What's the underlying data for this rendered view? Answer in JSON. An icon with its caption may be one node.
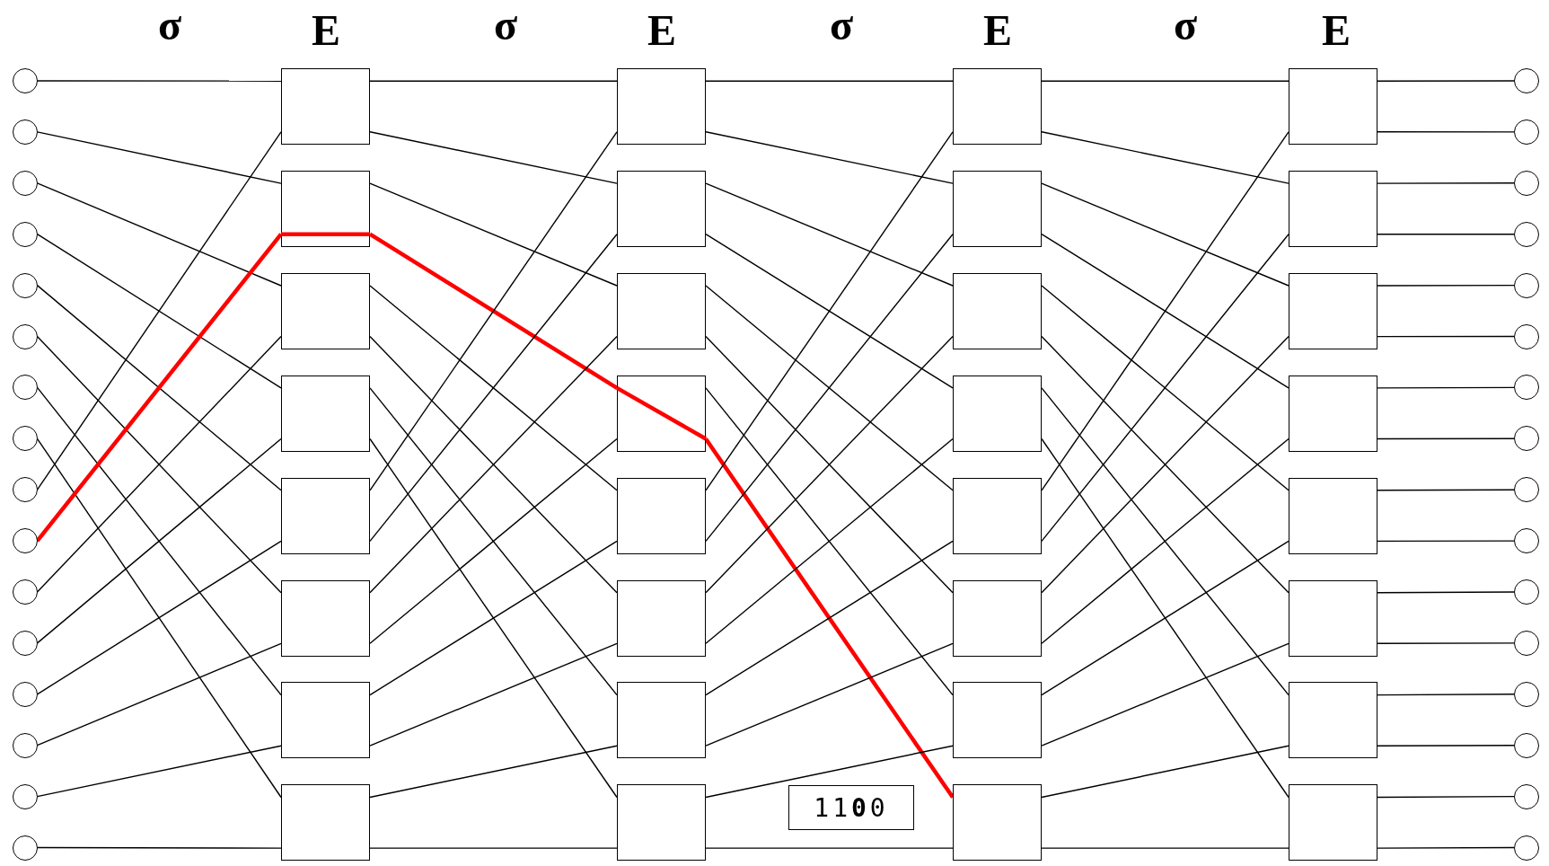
{
  "diagram": {
    "nodes": [
      {
        "text": [],
        "shape": "circle"
      },
      {
        "text": [],
        "shape": "circle"
      },
      {
        "text": [],
        "shape": "circle"
      },
      {
        "text": [],
        "shape": "circle"
      },
      {
        "text": [],
        "shape": "circle"
      },
      {
        "text": [],
        "shape": "circle"
      },
      {
        "text": [],
        "shape": "circle"
      },
      {
        "text": [],
        "shape": "circle"
      },
      {
        "text": [],
        "shape": "circle"
      },
      {
        "text": [],
        "shape": "circle"
      },
      {
        "text": [],
        "shape": "circle"
      },
      {
        "text": [],
        "shape": "circle"
      },
      {
        "text": [],
        "shape": "circle"
      },
      {
        "text": [],
        "shape": "circle"
      },
      {
        "text": [],
        "shape": "circle"
      },
      {
        "text": [],
        "shape": "circle"
      },
      {
        "text": [],
        "shape": "box"
      },
      {
        "text": [],
        "shape": "box"
      },
      {
        "text": [],
        "shape": "box"
      },
      {
        "text": [],
        "shape": "box"
      },
      {
        "text": [],
        "shape": "box"
      },
      {
        "text": [],
        "shape": "box"
      },
      {
        "text": [],
        "shape": "box"
      },
      {
        "text": [],
        "shape": "box"
      },
      {
        "text": [],
        "shape": "box"
      },
      {
        "text": [],
        "shape": "box"
      },
      {
        "text": [],
        "shape": "box"
      },
      {
        "text": [],
        "shape": "box"
      },
      {
        "text": [],
        "shape": "box"
      },
      {
        "text": [],
        "shape": "box"
      },
      {
        "text": [],
        "shape": "box"
      },
      {
        "text": [],
        "shape": "box"
      },
      {
        "text": [],
        "shape": "box"
      },
      {
        "text": [],
        "shape": "box"
      },
      {
        "text": [],
        "shape": "box"
      },
      {
        "text": [],
        "shape": "box"
      },
      {
        "text": [],
        "shape": "box"
      },
      {
        "text": [],
        "shape": "box"
      },
      {
        "text": [],
        "shape": "box"
      },
      {
        "text": [],
        "shape": "box"
      },
      {
        "text": [],
        "shape": "box"
      },
      {
        "text": [],
        "shape": "box"
      },
      {
        "text": [],
        "shape": "box"
      },
      {
        "text": [],
        "shape": "box"
      },
      {
        "text": [],
        "shape": "box"
      },
      {
        "text": [],
        "shape": "box"
      },
      {
        "text": [],
        "shape": "box"
      },
      {
        "text": [],
        "shape": "box"
      },
      {
        "text": [],
        "shape": "circle"
      },
      {
        "text": [],
        "shape": "circle"
      },
      {
        "text": [],
        "shape": "circle"
      },
      {
        "text": [],
        "shape": "circle"
      },
      {
        "text": [],
        "shape": "circle"
      },
      {
        "text": [],
        "shape": "circle"
      },
      {
        "text": [],
        "shape": "circle"
      },
      {
        "text": [],
        "shape": "circle"
      },
      {
        "text": [],
        "shape": "circle"
      },
      {
        "text": [],
        "shape": "circle"
      },
      {
        "text": [],
        "shape": "circle"
      },
      {
        "text": [],
        "shape": "circle"
      },
      {
        "text": [],
        "shape": "circle"
      },
      {
        "text": [],
        "shape": "circle"
      },
      {
        "text": [],
        "shape": "circle"
      },
      {
        "text": [],
        "shape": "circle"
      },
      {
        "text": [
          "11**0**0"
        ]
      }
    ],
    "edges": [
      {
        "from": 0,
        "to": 16,
        "arrow": "none"
      },
      {
        "from": 1,
        "to": 17,
        "arrow": "none"
      },
      {
        "from": 2,
        "to": 18,
        "arrow": "none"
      },
      {
        "from": 3,
        "to": 19,
        "arrow": "none"
      },
      {
        "from": 4,
        "to": 20,
        "arrow": "none"
      },
      {
        "from": 5,
        "to": 21,
        "arrow": "none"
      },
      {
        "from": 6,
        "to": 22,
        "arrow": "none"
      },
      {
        "from": 7,
        "to": 23,
        "arrow": "none"
      },
      {
        "from": 8,
        "to": 16,
        "arrow": "none"
      },
      {
        "from": 9,
        "to": 17,
        "arrow": "none",
        "style": "thick",
        "color": "#ff0000"
      },
      {
        "from": 10,
        "to": 18,
        "arrow": "none"
      },
      {
        "from": 11,
        "to": 19,
        "arrow": "none"
      },
      {
        "from": 12,
        "to": 20,
        "arrow": "none"
      },
      {
        "from": 13,
        "to": 21,
        "arrow": "none"
      },
      {
        "from": 14,
        "to": 22,
        "arrow": "none"
      },
      {
        "from": 15,
        "to": 23,
        "arrow": "none"
      },
      {
        "from": 16,
        "to": 24,
        "arrow": "none"
      },
      {
        "from": 16,
        "to": 25,
        "arrow": "none"
      },
      {
        "from": 17,
        "to": 26,
        "arrow": "none"
      },
      {
        "from": 17,
        "to": 27,
        "arrow": "none",
        "style": "thick",
        "color": "#ff0000"
      },
      {
        "from": 18,
        "to": 28,
        "arrow": "none"
      },
      {
        "from": 18,
        "to": 29,
        "arrow": "none"
      },
      {
        "from": 19,
        "to": 30,
        "arrow": "none"
      },
      {
        "from": 19,
        "to": 31,
        "arrow": "none"
      },
      {
        "from": 20,
        "to": 24,
        "arrow": "none"
      },
      {
        "from": 20,
        "to": 25,
        "arrow": "none"
      },
      {
        "from": 21,
        "to": 26,
        "arrow": "none"
      },
      {
        "from": 21,
        "to": 27,
        "arrow": "none"
      },
      {
        "from": 22,
        "to": 28,
        "arrow": "none"
      },
      {
        "from": 22,
        "to": 29,
        "arrow": "none"
      },
      {
        "from": 23,
        "to": 30,
        "arrow": "none"
      },
      {
        "from": 23,
        "to": 31,
        "arrow": "none"
      },
      {
        "from": 24,
        "to": 32,
        "arrow": "none"
      },
      {
        "from": 24,
        "to": 33,
        "arrow": "none"
      },
      {
        "from": 25,
        "to": 34,
        "arrow": "none"
      },
      {
        "from": 25,
        "to": 35,
        "arrow": "none"
      },
      {
        "from": 26,
        "to": 36,
        "arrow": "none"
      },
      {
        "from": 26,
        "to": 37,
        "arrow": "none"
      },
      {
        "from": 27,
        "to": 38,
        "arrow": "none"
      },
      {
        "from": 27,
        "to": 39,
        "arrow": "none",
        "style": "thick",
        "color": "#ff0000"
      },
      {
        "from": 28,
        "to": 32,
        "arrow": "none"
      },
      {
        "from": 28,
        "to": 33,
        "arrow": "none"
      },
      {
        "from": 29,
        "to": 34,
        "arrow": "none"
      },
      {
        "from": 29,
        "to": 35,
        "arrow": "none"
      },
      {
        "from": 30,
        "to": 36,
        "arrow": "none"
      },
      {
        "from": 30,
        "to": 37,
        "arrow": "none"
      },
      {
        "from": 31,
        "to": 38,
        "arrow": "none"
      },
      {
        "from": 31,
        "to": 39,
        "arrow": "none"
      },
      {
        "from": 32,
        "to": 40,
        "arrow": "none"
      },
      {
        "from": 32,
        "to": 41,
        "arrow": "none"
      },
      {
        "from": 33,
        "to": 42,
        "arrow": "none"
      },
      {
        "from": 33,
        "to": 43,
        "arrow": "none"
      },
      {
        "from": 34,
        "to": 44,
        "arrow": "none"
      },
      {
        "from": 34,
        "to": 45,
        "arrow": "none"
      },
      {
        "from": 35,
        "to": 46,
        "arrow": "none"
      },
      {
        "from": 35,
        "to": 47,
        "arrow": "none"
      },
      {
        "from": 36,
        "to": 40,
        "arrow": "none"
      },
      {
        "from": 36,
        "to": 41,
        "arrow": "none"
      },
      {
        "from": 37,
        "to": 42,
        "arrow": "none"
      },
      {
        "from": 37,
        "to": 43,
        "arrow": "none"
      },
      {
        "from": 38,
        "to": 44,
        "arrow": "none"
      },
      {
        "from": 38,
        "to": 45,
        "arrow": "none"
      },
      {
        "from": 39,
        "to": 46,
        "arrow": "none"
      },
      {
        "from": 39,
        "to": 47,
        "arrow": "none"
      },
      {
        "from": 40,
        "to": 48,
        "arrow": "none"
      },
      {
        "from": 40,
        "to": 49,
        "arrow": "none"
      },
      {
        "from": 41,
        "to": 50,
        "arrow": "none"
      },
      {
        "from": 41,
        "to": 51,
        "arrow": "none"
      },
      {
        "from": 42,
        "to": 52,
        "arrow": "none"
      },
      {
        "from": 42,
        "to": 53,
        "arrow": "none"
      },
      {
        "from": 43,
        "to": 54,
        "arrow": "none"
      },
      {
        "from": 43,
        "to": 55,
        "arrow": "none"
      },
      {
        "from": 44,
        "to": 56,
        "arrow": "none"
      },
      {
        "from": 44,
        "to": 57,
        "arrow": "none"
      },
      {
        "from": 45,
        "to": 58,
        "arrow": "none"
      },
      {
        "from": 45,
        "to": 59,
        "arrow": "none"
      },
      {
        "from": 46,
        "to": 60,
        "arrow": "none"
      },
      {
        "from": 46,
        "to": 61,
        "arrow": "none"
      },
      {
        "from": 47,
        "to": 62,
        "arrow": "none"
      },
      {
        "from": 47,
        "to": 63,
        "arrow": "none"
      }
    ],
    "labels": [
      "σ",
      "E",
      "σ",
      "E",
      "σ",
      "E",
      "σ",
      "E"
    ]
  }
}
